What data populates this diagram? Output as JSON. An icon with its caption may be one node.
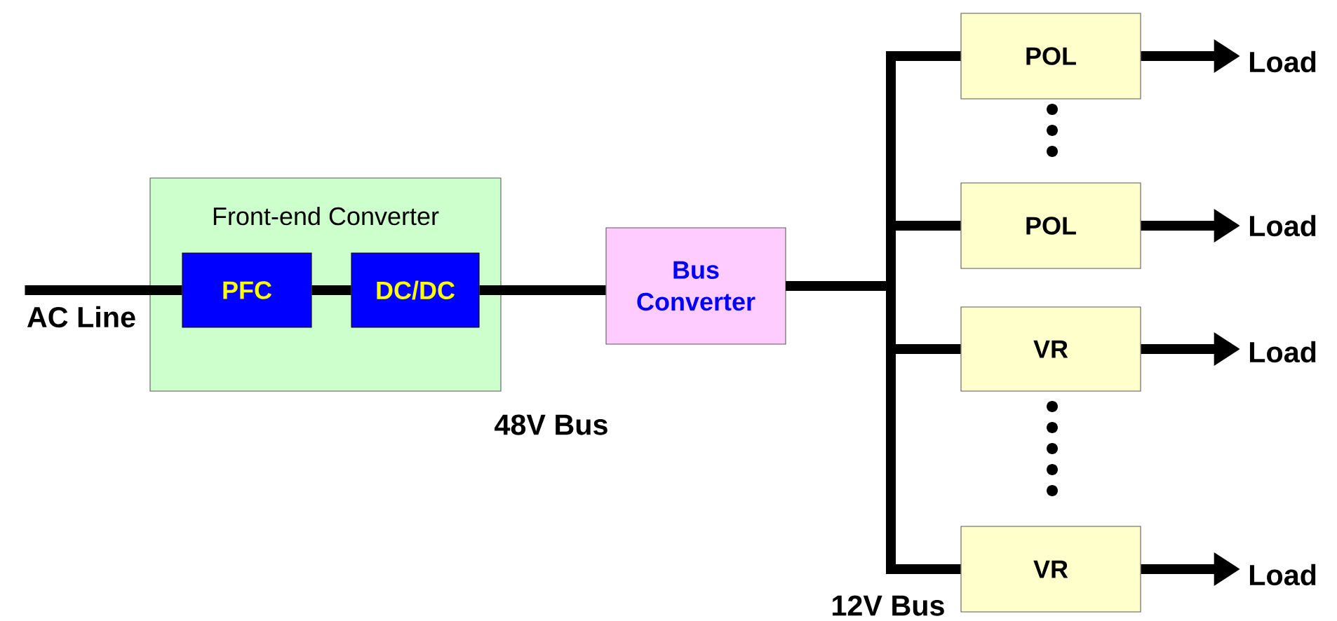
{
  "diagram": {
    "nodes": [
      {
        "text": [
          "Front-end Converter"
        ]
      },
      {
        "text": [
          "PFC"
        ],
        "in": 0
      },
      {
        "text": [
          "DC/DC"
        ],
        "in": 0
      },
      {
        "text": [
          "Bus Converter"
        ]
      },
      {
        "text": [
          "POL"
        ]
      },
      {
        "text": [
          "POL"
        ]
      },
      {
        "text": [
          "VR"
        ]
      },
      {
        "text": [
          "VR"
        ]
      },
      {
        "text": [
          "Load"
        ]
      },
      {
        "text": [
          "Load"
        ]
      },
      {
        "text": [
          "Load"
        ]
      },
      {
        "text": [
          "Load"
        ]
      }
    ],
    "edges": [
      {
        "from": null,
        "to": 1,
        "arrow": "none"
      },
      {
        "from": 1,
        "to": 2,
        "arrow": "none"
      },
      {
        "from": 2,
        "to": 3,
        "arrow": "none"
      },
      {
        "from": 3,
        "to": 4,
        "arrow": "none"
      },
      {
        "from": 3,
        "to": 5,
        "arrow": "none"
      },
      {
        "from": 3,
        "to": 6,
        "arrow": "none"
      },
      {
        "from": 3,
        "to": 7,
        "arrow": "none"
      },
      {
        "from": 4,
        "to": 8,
        "arrow": "to"
      },
      {
        "from": 5,
        "to": 9,
        "arrow": "to"
      },
      {
        "from": 6,
        "to": 10,
        "arrow": "to"
      },
      {
        "from": 7,
        "to": 11,
        "arrow": "to"
      }
    ],
    "labels": [
      "AC Line",
      "48V Bus",
      "12V Bus"
    ]
  }
}
